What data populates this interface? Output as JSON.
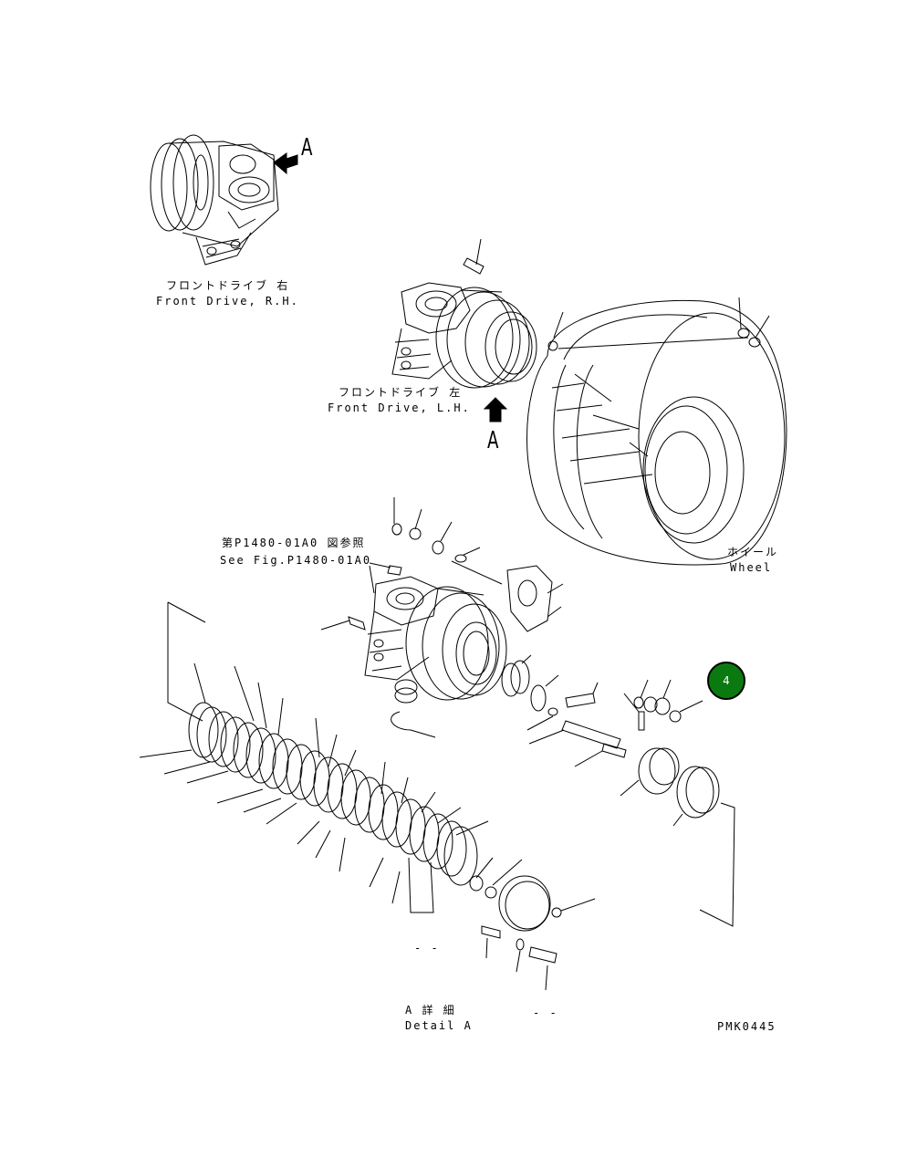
{
  "labels": {
    "rh_jp": "フロントドライブ 右",
    "rh_en": "Front Drive, R.H.",
    "lh_jp": "フロントドライブ 左",
    "lh_en": "Front Drive, L.H.",
    "ref_jp": "第P1480-01A0 図参照",
    "ref_en": "See Fig.P1480-01A0",
    "wheel_jp": "ホイール",
    "wheel_en": "Wheel",
    "detail_jp": "A 詳 細",
    "detail_en": "Detail A",
    "view_a_1": "A",
    "view_a_2": "A",
    "drawing_no": "PMK0445",
    "dash_1": "- -",
    "dash_2": "- -"
  },
  "callout": {
    "number": "4",
    "color": "#0a7a10"
  }
}
